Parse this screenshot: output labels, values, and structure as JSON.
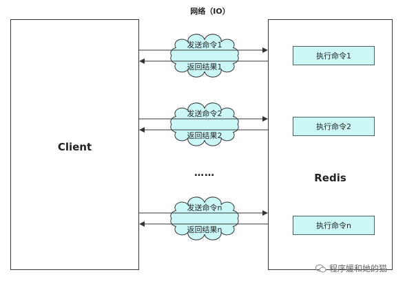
{
  "network_label": "网络（IO）",
  "client": {
    "label": "Client"
  },
  "redis": {
    "label": "Redis"
  },
  "rounds": [
    {
      "send": "发送命令1",
      "recv": "返回结果1",
      "exec": "执行命令1"
    },
    {
      "send": "发送命令2",
      "recv": "返回结果2",
      "exec": "执行命令2"
    },
    {
      "send": "发送命令n",
      "recv": "返回结果n",
      "exec": "执行命令n"
    }
  ],
  "ellipsis": "……",
  "watermark": "程序媛和她的猫",
  "colors": {
    "cloud_fill": "#ccf7f7",
    "exec_fill": "#ccf7f7",
    "stroke": "#333333"
  }
}
